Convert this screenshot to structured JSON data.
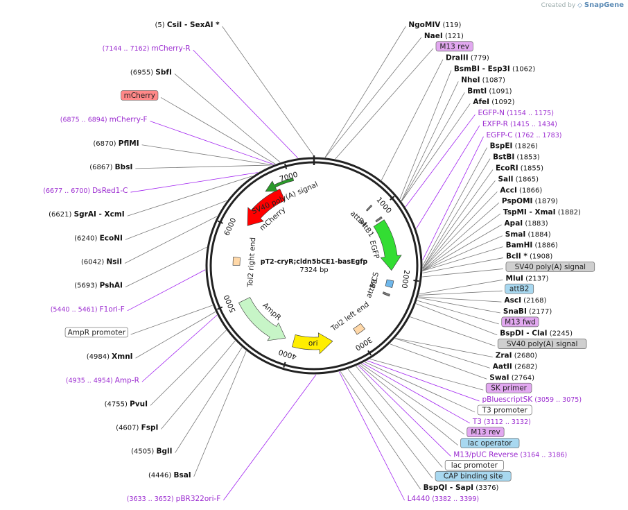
{
  "credit": {
    "prefix": "Created by",
    "brand": "SnapGene"
  },
  "plasmid": {
    "name": "pT2-cryR;cldn5bCE1-basEgfp",
    "length": "7324 bp",
    "total_bp": 7324
  },
  "ticks": [
    {
      "bp": 1000,
      "label": "1000"
    },
    {
      "bp": 2000,
      "label": "2000"
    },
    {
      "bp": 3000,
      "label": "3000"
    },
    {
      "bp": 4000,
      "label": "4000"
    },
    {
      "bp": 5000,
      "label": "5000"
    },
    {
      "bp": 6000,
      "label": "6000"
    },
    {
      "bp": 7000,
      "label": "7000"
    }
  ],
  "features": [
    {
      "name": "mCherry",
      "start": 6125,
      "end": 6836,
      "strand": -1,
      "color": "#ff0000",
      "label": "mCherry"
    },
    {
      "name": "SV40 poly(A) signal",
      "start": 6650,
      "end": 7050,
      "strand": -1,
      "color": "#2b9a2b",
      "label": "SV40 poly(A) signal"
    },
    {
      "name": "attB4",
      "start": 880,
      "end": 900,
      "strand": 1,
      "color": "#7a7a7a",
      "label": "attB4"
    },
    {
      "name": "EGFP",
      "start": 1154,
      "end": 1900,
      "strand": 1,
      "color": "#33dd33",
      "label": "EGFP"
    },
    {
      "name": "attB1",
      "start": 1095,
      "end": 1120,
      "strand": 1,
      "color": "#7a7a7a",
      "label": "attB1"
    },
    {
      "name": "MCS",
      "start": 2050,
      "end": 2150,
      "strand": 1,
      "color": "#6fb7ea",
      "label": "MCS"
    },
    {
      "name": "attB3",
      "start": 2250,
      "end": 2280,
      "strand": 1,
      "color": "#7a7a7a",
      "label": "attB3"
    },
    {
      "name": "Tol2 left end",
      "start": 2870,
      "end": 3010,
      "strand": 1,
      "color": "#ffd8a8",
      "label": "Tol2 left end"
    },
    {
      "name": "ori",
      "start": 3380,
      "end": 3970,
      "strand": -1,
      "color": "#ffee00",
      "label": "ori"
    },
    {
      "name": "AmpR",
      "start": 4100,
      "end": 4960,
      "strand": -1,
      "color": "#c7f5c7",
      "label": "AmpR"
    },
    {
      "name": "Tol2 right end",
      "start": 5500,
      "end": 5620,
      "strand": 1,
      "color": "#ffd8a8",
      "label": "Tol2 right end"
    }
  ],
  "left_labels": [
    {
      "pos": "(5)",
      "name": "CsiI",
      "extra": "- SexAI *",
      "bp": 5
    },
    {
      "pos": "(7144 .. 7162)",
      "name": "mCherry-R",
      "primer": true,
      "bp": 7150
    },
    {
      "pos": "(6955)",
      "name": "SbfI",
      "bp": 6955
    },
    {
      "box": "mCherry",
      "boxcolor": "#f88",
      "bp": 6900
    },
    {
      "pos": "(6875 .. 6894)",
      "name": "mCherry-F",
      "primer": true,
      "bp": 6885
    },
    {
      "pos": "(6870)",
      "name": "PflMI",
      "bp": 6870
    },
    {
      "pos": "(6867)",
      "name": "BbsI",
      "bp": 6867
    },
    {
      "pos": "(6677 .. 6700)",
      "name": "DsRed1-C",
      "primer": true,
      "bp": 6690
    },
    {
      "pos": "(6621)",
      "name": "SgrAI",
      "extra": "- XcmI",
      "bp": 6621
    },
    {
      "pos": "(6240)",
      "name": "EcoNI",
      "bp": 6240
    },
    {
      "pos": "(6042)",
      "name": "NsiI",
      "bp": 6042
    },
    {
      "pos": "(5693)",
      "name": "PshAI",
      "bp": 5693
    },
    {
      "pos": "(5440 .. 5461)",
      "name": "F1ori-F",
      "primer": true,
      "bp": 5450
    },
    {
      "box": "AmpR promoter",
      "boxcolor": "#ffffff",
      "bp": 5060
    },
    {
      "pos": "(4984)",
      "name": "XmnI",
      "bp": 4984
    },
    {
      "pos": "(4935 .. 4954)",
      "name": "Amp-R",
      "primer": true,
      "bp": 4945
    },
    {
      "pos": "(4755)",
      "name": "PvuI",
      "bp": 4755
    },
    {
      "pos": "(4607)",
      "name": "FspI",
      "bp": 4607
    },
    {
      "pos": "(4505)",
      "name": "BglI",
      "bp": 4505
    },
    {
      "pos": "(4446)",
      "name": "BsaI",
      "bp": 4446
    },
    {
      "pos": "(3633 .. 3652)",
      "name": "pBR322ori-F",
      "primer": true,
      "bp": 3640
    }
  ],
  "right_labels": [
    {
      "name": "NgoMIV",
      "pos": "(119)",
      "bp": 119
    },
    {
      "name": "NaeI",
      "pos": "(121)",
      "bp": 121
    },
    {
      "box": "M13 rev",
      "boxcolor": "#e2a8f0",
      "bp": 230
    },
    {
      "name": "DraIII",
      "pos": "(779)",
      "bp": 779
    },
    {
      "name": "BsmBI",
      "extra": "- Esp3I",
      "pos": "(1062)",
      "bp": 1062
    },
    {
      "name": "NheI",
      "pos": "(1087)",
      "bp": 1087
    },
    {
      "name": "BmtI",
      "pos": "(1091)",
      "bp": 1091
    },
    {
      "name": "AfeI",
      "pos": "(1092)",
      "bp": 1092
    },
    {
      "name": "EGFP-N",
      "pos": "(1154 .. 1175)",
      "primer": true,
      "bp": 1165
    },
    {
      "name": "EXFP-R",
      "pos": "(1415 .. 1434)",
      "primer": true,
      "bp": 1425
    },
    {
      "name": "EGFP-C",
      "pos": "(1762 .. 1783)",
      "primer": true,
      "bp": 1770
    },
    {
      "name": "BspEI",
      "pos": "(1826)",
      "bp": 1826
    },
    {
      "name": "BstBI",
      "pos": "(1853)",
      "bp": 1853
    },
    {
      "name": "EcoRI",
      "pos": "(1855)",
      "bp": 1855
    },
    {
      "name": "SalI",
      "pos": "(1865)",
      "bp": 1865
    },
    {
      "name": "AccI",
      "pos": "(1866)",
      "bp": 1866
    },
    {
      "name": "PspOMI",
      "pos": "(1879)",
      "bp": 1879
    },
    {
      "name": "TspMI",
      "extra": "- XmaI",
      "pos": "(1882)",
      "bp": 1882
    },
    {
      "name": "ApaI",
      "pos": "(1883)",
      "bp": 1883
    },
    {
      "name": "SmaI",
      "pos": "(1884)",
      "bp": 1884
    },
    {
      "name": "BamHI",
      "pos": "(1886)",
      "bp": 1886
    },
    {
      "name": "BclI *",
      "pos": "(1908)",
      "bp": 1908
    },
    {
      "box": "SV40 poly(A) signal",
      "boxcolor": "#cfcfcf",
      "bp": 1950
    },
    {
      "name": "MluI",
      "pos": "(2137)",
      "bp": 2137
    },
    {
      "box": "attB2",
      "boxcolor": "#a8d8f0",
      "bp": 2150
    },
    {
      "name": "AscI",
      "pos": "(2168)",
      "bp": 2168
    },
    {
      "name": "SnaBI",
      "pos": "(2177)",
      "bp": 2177
    },
    {
      "box": "M13 fwd",
      "boxcolor": "#e2a8f0",
      "bp": 2210
    },
    {
      "name": "BspDI",
      "extra": "- ClaI",
      "pos": "(2245)",
      "bp": 2245
    },
    {
      "box": "SV40 poly(A) signal",
      "boxcolor": "#cfcfcf",
      "bp": 2400
    },
    {
      "name": "ZraI",
      "pos": "(2680)",
      "bp": 2680
    },
    {
      "name": "AatII",
      "pos": "(2682)",
      "bp": 2682
    },
    {
      "name": "SwaI",
      "pos": "(2764)",
      "bp": 2764
    },
    {
      "box": "SK primer",
      "boxcolor": "#e2a8f0",
      "bp": 3030
    },
    {
      "name": "pBluescriptSK",
      "pos": "(3059 .. 3075)",
      "primer": true,
      "bp": 3065
    },
    {
      "box": "T3 promoter",
      "boxcolor": "#ffffff",
      "bp": 3095
    },
    {
      "name": "T3",
      "pos": "(3112 .. 3132)",
      "primer": true,
      "bp": 3120
    },
    {
      "box": "M13 rev",
      "boxcolor": "#e2a8f0",
      "bp": 3140
    },
    {
      "box": "lac operator",
      "boxcolor": "#a8d8f0",
      "bp": 3160
    },
    {
      "name": "M13/pUC Reverse",
      "pos": "(3164 .. 3186)",
      "primer": true,
      "bp": 3175
    },
    {
      "box": "lac promoter",
      "boxcolor": "#ffffff",
      "bp": 3200
    },
    {
      "box": "CAP binding site",
      "boxcolor": "#a8d8f0",
      "bp": 3290
    },
    {
      "name": "BspQI",
      "extra": "- SapI",
      "pos": "(3376)",
      "bp": 3376
    },
    {
      "name": "L4440",
      "pos": "(3382 .. 3399)",
      "primer": true,
      "bp": 3390
    }
  ]
}
